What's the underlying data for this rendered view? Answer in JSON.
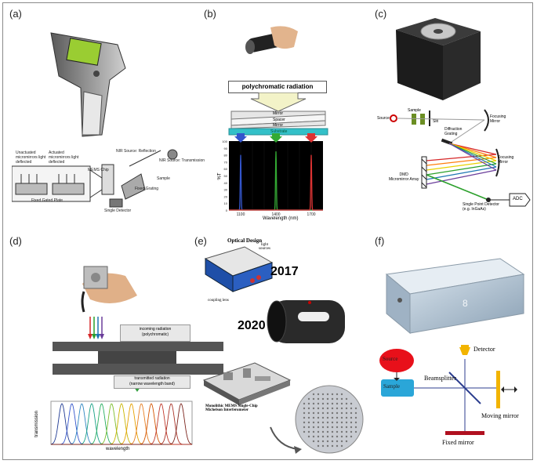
{
  "panels": {
    "a": {
      "label": "(a)",
      "texts": {
        "unactuated": "Unactuated\nmicromirrors light\ndeflected",
        "actuated": "Actuated\nmicromirrors light\ndeflected",
        "fixed_mirror": "Fixed Gated Plate",
        "mems_chip": "MEMS Chip",
        "nir_reflection": "NIR Source: Reflection",
        "nir_transmission": "NIR Source: Transmission",
        "fixed_grating": "Fixed Grating",
        "sample": "Sample",
        "single_detector": "Single Detector"
      }
    },
    "b": {
      "label": "(b)",
      "polychromatic": "polychromatic radiation",
      "mirror1": "Mirror",
      "spacer": "Spacer",
      "mirror2": "Mirror",
      "substrate": "Substrate",
      "ylabel": "%T",
      "xlabel": "Wavelength (nm)",
      "xticks": [
        "1100",
        "1400",
        "1700"
      ],
      "yticks": [
        "100",
        "90",
        "80",
        "70",
        "60",
        "50",
        "40",
        "30",
        "20",
        "10",
        "0"
      ]
    },
    "c": {
      "label": "(c)",
      "source": "Source",
      "sample": "Sample",
      "slit": "Slit",
      "focusing_mirror1": "Focusing Mirror",
      "diffraction_grating": "Diffraction Grating",
      "focusing_mirror2": "Focusing Mirror",
      "dmd": "DMD\nMicromirror Array",
      "detector": "Single Point Detector\n(e.g. InGaAs)",
      "adc": "ADC"
    },
    "d": {
      "label": "(d)",
      "incoming": "incoming radiation\n(polychromatic)",
      "transmitted": "transmitted radiation\n(narrow wavelength band)",
      "ylabel": "transmission",
      "xlabel": "wavelength"
    },
    "e": {
      "label": "(e)",
      "optical_design": "Optical Design",
      "light_sources": "light\nsources",
      "coupling_lens": "coupling lens",
      "year1": "2017",
      "year2": "2020",
      "mems_caption": "Monolithic MEMS Single-Chip\nMichelson Interferometer"
    },
    "f": {
      "label": "(f)",
      "detector": "Detector",
      "source": "Source",
      "beamsplitter": "Beamsplitter",
      "sample": "Sample",
      "moving_mirror": "Moving mirror",
      "fixed_mirror": "Fixed mirror"
    }
  },
  "chart_data": [
    {
      "type": "line",
      "panel": "b",
      "xlabel": "Wavelength (nm)",
      "ylabel": "%T",
      "xlim": [
        1000,
        1800
      ],
      "ylim": [
        0,
        100
      ],
      "series": [
        {
          "name": "",
          "color": "#3355cc",
          "peak_x": 1100,
          "peak_y": 80
        },
        {
          "name": "",
          "color": "#33aa33",
          "peak_x": 1400,
          "peak_y": 85
        },
        {
          "name": "",
          "color": "#dd3333",
          "peak_x": 1700,
          "peak_y": 80
        }
      ]
    },
    {
      "type": "line",
      "panel": "d",
      "xlabel": "wavelength",
      "ylabel": "transmission",
      "series_count": 13,
      "colors": [
        "#1f3a93",
        "#3355cc",
        "#2e86c1",
        "#16a085",
        "#27ae60",
        "#7dbd2c",
        "#c9b400",
        "#e6a100",
        "#e67e22",
        "#d35400",
        "#c0392b",
        "#a93226",
        "#7b241c"
      ]
    }
  ]
}
